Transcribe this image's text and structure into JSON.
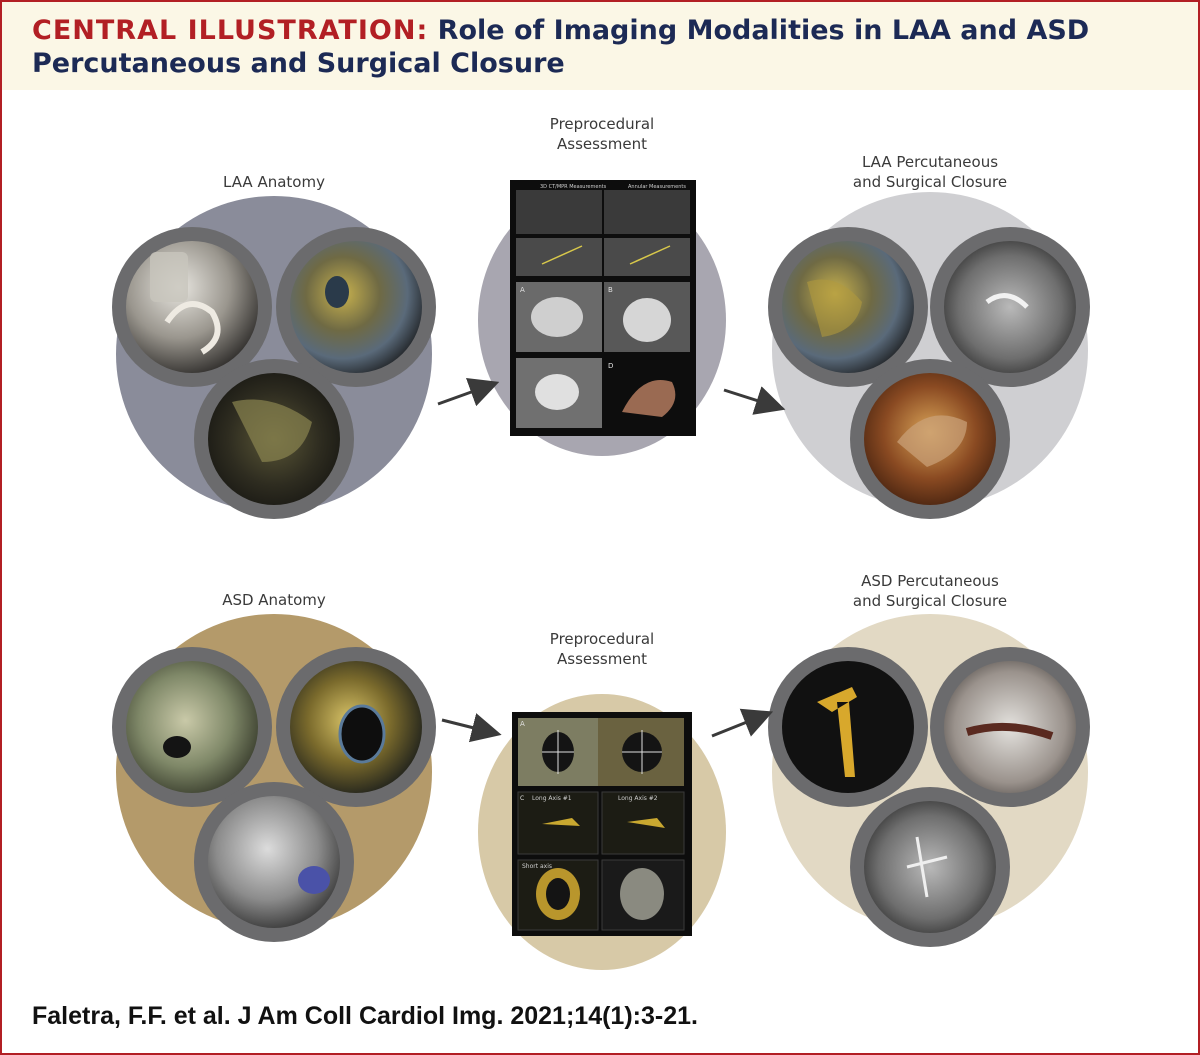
{
  "header": {
    "title_prefix": "CENTRAL ILLUSTRATION:",
    "title_main": "Role of Imaging Modalities in LAA and ASD Percutaneous and Surgical Closure"
  },
  "labels": {
    "laa_anatomy": "LAA Anatomy",
    "laa_preproc_line1": "Preprocedural",
    "laa_preproc_line2": "Assessment",
    "laa_closure_line1": "LAA Percutaneous",
    "laa_closure_line2": "and Surgical Closure",
    "asd_anatomy": "ASD Anatomy",
    "asd_preproc_line1": "Preprocedural",
    "asd_preproc_line2": "Assessment",
    "asd_closure_line1": "ASD Percutaneous",
    "asd_closure_line2": "and Surgical Closure"
  },
  "panels": {
    "laa_preproc": {
      "label_a": "A",
      "label_b": "B",
      "label_d": "D",
      "sub_left": "3D CT/MPR Measurements",
      "sub_right": "Annular Measurements"
    },
    "asd_preproc": {
      "label_a": "A",
      "label_c": "C",
      "long_axis_1": "Long Axis #1",
      "long_axis_2": "Long Axis #2",
      "short_axis": "Short axis"
    }
  },
  "colors": {
    "title_red": "#b21f24",
    "title_navy": "#1c2a55",
    "laa_disc": "#8a8c9a",
    "laa_preproc_disc": "#a8a6b0",
    "laa_closure_disc": "#cfcfd2",
    "asd_disc": "#b49a6a",
    "asd_preproc_disc": "#d7c9a7",
    "asd_closure_disc": "#e2d9c4",
    "ring": "#6b6b6d"
  },
  "citation": "Faletra, F.F. et al. J Am Coll Cardiol Img. 2021;14(1):3-21."
}
